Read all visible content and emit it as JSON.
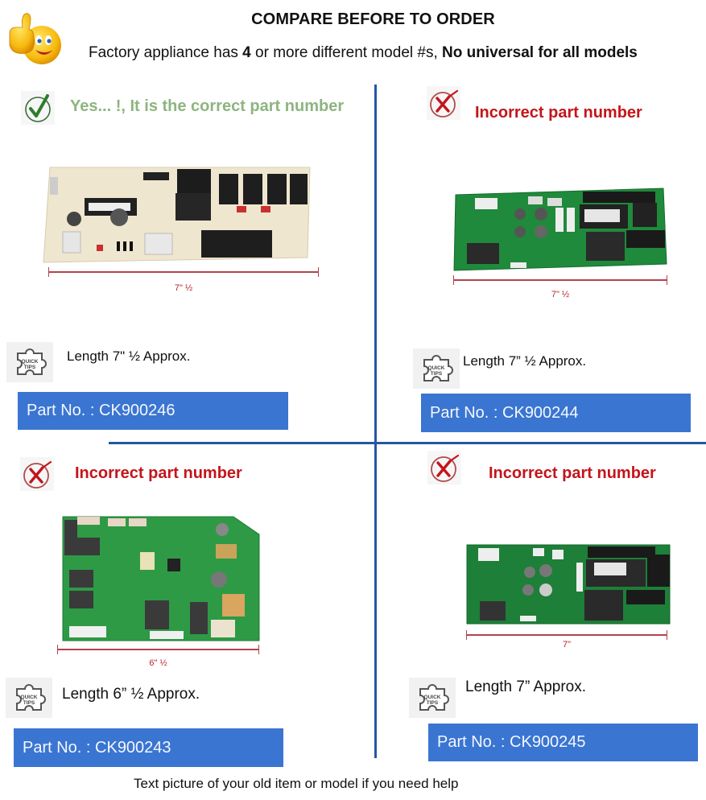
{
  "header": {
    "title": "COMPARE BEFORE TO ORDER",
    "subtitle_pre": "Factory appliance has ",
    "subtitle_count": "4",
    "subtitle_mid": " or more different model #s, ",
    "subtitle_emphasis": "No universal for all models",
    "icon": "thumbs-up-smiley-icon"
  },
  "colors": {
    "correct_green": "#8db57f",
    "incorrect_red": "#c3151b",
    "divider_blue": "#2457a3",
    "part_box_blue": "#3a75d1",
    "measure_red": "#b4424a"
  },
  "quadrants": [
    {
      "status": "correct",
      "icon": "check-circle-icon",
      "heading": "Yes... !, It is the correct part number",
      "board_color": "beige",
      "measure_label": "7\" ½",
      "tips_icon": "quick-tips-puzzle-icon",
      "tips_label": "QUICK TIPS",
      "length": "Length 7\" ½ Approx.",
      "part_label": "Part No. : CK900246"
    },
    {
      "status": "incorrect",
      "icon": "x-circle-icon",
      "heading": "Incorrect part number",
      "board_color": "green",
      "measure_label": "7\" ½",
      "tips_icon": "quick-tips-puzzle-icon",
      "tips_label": "QUICK TIPS",
      "length": "Length 7” ½ Approx.",
      "part_label": "Part No. :  CK900244"
    },
    {
      "status": "incorrect",
      "icon": "x-circle-icon",
      "heading": "Incorrect part number",
      "board_color": "green",
      "measure_label": "6\" ½",
      "tips_icon": "quick-tips-puzzle-icon",
      "tips_label": "QUICK TIPS",
      "length": "Length 6” ½ Approx.",
      "part_label": "Part No. :  CK900243"
    },
    {
      "status": "incorrect",
      "icon": "x-circle-icon",
      "heading": "Incorrect part number",
      "board_color": "green",
      "measure_label": "7\"",
      "tips_icon": "quick-tips-puzzle-icon",
      "tips_label": "QUICK TIPS",
      "length": "Length 7” Approx.",
      "part_label": "Part No. :  CK900245"
    }
  ],
  "footer": {
    "text": "Text picture of your old item or model if you need help"
  }
}
